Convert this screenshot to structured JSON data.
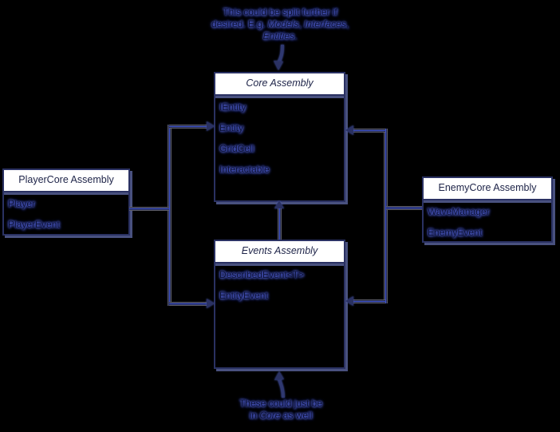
{
  "diagram": {
    "top_note": {
      "lines": [
        [
          {
            "t": "This could be split further if",
            "i": false
          }
        ],
        [
          {
            "t": "desired. E.g. ",
            "i": false
          },
          {
            "t": "Models",
            "i": true
          },
          {
            "t": ", ",
            "i": false
          },
          {
            "t": "Interfaces",
            "i": true
          },
          {
            "t": ",",
            "i": false
          }
        ],
        [
          {
            "t": "Entities",
            "i": true
          },
          {
            "t": ".",
            "i": false
          }
        ]
      ]
    },
    "bottom_note": {
      "lines": [
        [
          {
            "t": "These could just be",
            "i": false
          }
        ],
        [
          {
            "t": "in ",
            "i": false
          },
          {
            "t": "Core",
            "i": true
          },
          {
            "t": " as well",
            "i": false
          }
        ]
      ]
    },
    "boxes": {
      "core": {
        "title": "Core Assembly",
        "items": [
          "IEntity",
          "Entity",
          "GridCell",
          "Interactable"
        ]
      },
      "playercore": {
        "title": "PlayerCore Assembly",
        "items": [
          "Player",
          "PlayerEvent"
        ]
      },
      "enemycore": {
        "title": "EnemyCore Assembly",
        "items": [
          "WaveManager",
          "EnemyEvent"
        ]
      },
      "events": {
        "title": "Events Assembly",
        "items": [
          "DescribedEvent<T>",
          "EntityEvent"
        ]
      }
    },
    "colors": {
      "background": "#000000",
      "line": "#333d7c",
      "line_highlight": "#4153c6",
      "box_border": "#2a3162",
      "box_shadow": "#49517f",
      "box_header_bg": "#ffffff",
      "box_header_text": "#20264a",
      "glow": "#4b5ac8",
      "text_dark": "#0d1234"
    }
  }
}
